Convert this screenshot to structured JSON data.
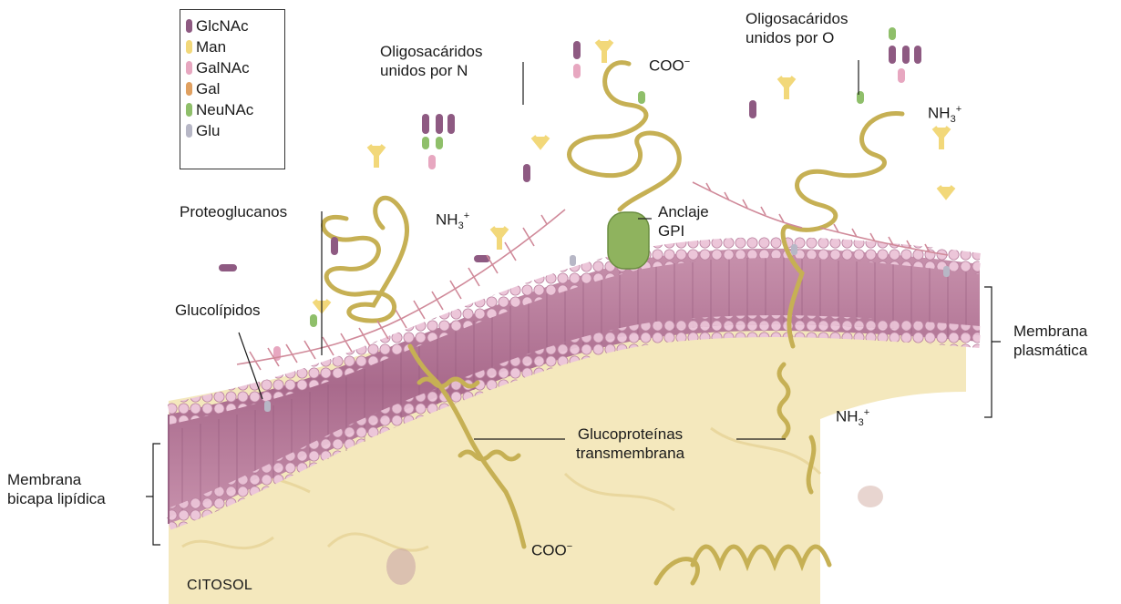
{
  "legend": {
    "items": [
      {
        "label": "GlcNAc",
        "color": "#8e5a82"
      },
      {
        "label": "Man",
        "color": "#f2d87a"
      },
      {
        "label": "GalNAc",
        "color": "#e7a7c0"
      },
      {
        "label": "Gal",
        "color": "#e0a060"
      },
      {
        "label": "NeuNAc",
        "color": "#8fbf6a"
      },
      {
        "label": "Glu",
        "color": "#b7b7c6"
      }
    ]
  },
  "labels": {
    "n_linked_1": "Oligosacáridos",
    "n_linked_2": "unidos por N",
    "o_linked_1": "Oligosacáridos",
    "o_linked_2": "unidos por O",
    "coo_top": "COO",
    "coo_charge": "−",
    "nh3_right": "NH",
    "nh3_left": "NH",
    "nh3_bottom": "NH",
    "sub3": "3",
    "plus": "+",
    "proteoglycans": "Proteoglucanos",
    "gpi_1": "Anclaje",
    "gpi_2": "GPI",
    "glycolipids": "Glucolípidos",
    "plasma_membrane_1": "Membrana",
    "plasma_membrane_2": "plasmática",
    "transmembrane_1": "Glucoproteínas",
    "transmembrane_2": "transmembrana",
    "bilayer_1": "Membrana",
    "bilayer_2": "bicapa lipídica",
    "coo_bottom": "COO",
    "cytosol": "CITOSOL"
  },
  "colors": {
    "membrane": "#b77d9b",
    "membrane_dark": "#8f5478",
    "head": "#e6bfd2",
    "cytosol": "#f3e7b8",
    "protein": "#c8b35a",
    "gpi": "#8fb35e"
  }
}
